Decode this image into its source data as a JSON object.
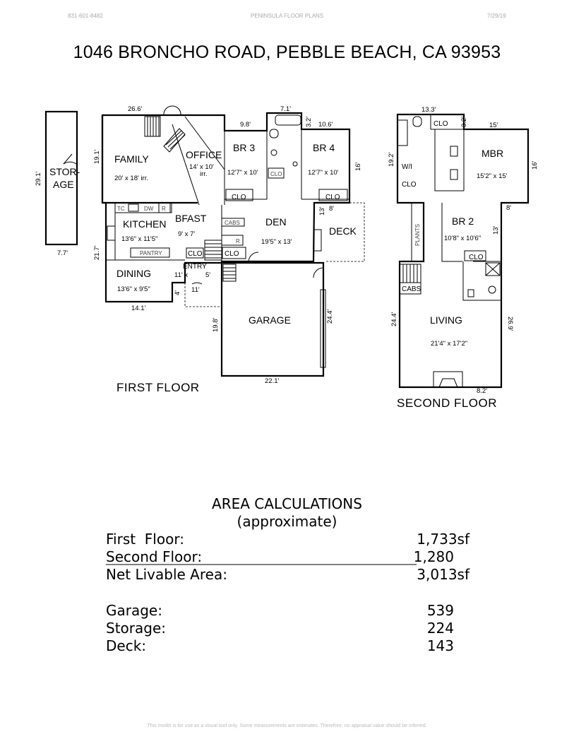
{
  "header": {
    "phone": "831-601-8482",
    "company": "PENINSULA FLOOR PLANS",
    "date": "7/29/19"
  },
  "title": "1046 BRONCHO ROAD, PEBBLE BEACH, CA 93953",
  "first_floor": {
    "name": "FIRST FLOOR",
    "rooms": {
      "storage": {
        "label_1": "STOR-",
        "label_2": "AGE"
      },
      "family": {
        "name": "FAMILY",
        "size": "20' x 18' irr."
      },
      "office": {
        "name": "OFFICE",
        "size": "14' x 10'",
        "note": "irr."
      },
      "br3": {
        "name": "BR 3",
        "size": "12'7\" x 10'"
      },
      "br4": {
        "name": "BR 4",
        "size": "12'7\" x 10'"
      },
      "kitchen": {
        "name": "KITCHEN",
        "size": "13'6\" x 11'5\""
      },
      "bfast": {
        "name": "BFAST",
        "size": "9' x 7'"
      },
      "den": {
        "name": "DEN",
        "size": "19'5\" x 13'"
      },
      "deck": {
        "name": "DECK"
      },
      "dining": {
        "name": "DINING",
        "size": "13'6\" x 9'5\""
      },
      "entry": {
        "name": "ENTRY",
        "size": "11' x",
        "size2": "5'"
      },
      "garage": {
        "name": "GARAGE"
      }
    },
    "fixtures": {
      "tc": "TC",
      "dw": "DW",
      "r": "R",
      "pantry": "PANTRY",
      "cabs": "CABS",
      "r2": "R",
      "clo": "CLO"
    },
    "dims": {
      "storage_w": "7.7'",
      "storage_h": "29.1'",
      "family_top": "26.6'",
      "family_side": "19.1'",
      "br3_top": "9.8'",
      "bath_top": "7.1'",
      "bath_side": "3.2'",
      "br4_top": "10.6'",
      "br4_side": "16'",
      "deck_side": "13'",
      "deck_top": "8'",
      "kitchen_side": "21.7'",
      "dining_bottom": "14.1'",
      "entry_side": "4'",
      "entry_bottom": "11'",
      "garage_side": "19.8'",
      "garage_right": "24.4'",
      "garage_bottom": "22.1'"
    }
  },
  "second_floor": {
    "name": "SECOND FLOOR",
    "rooms": {
      "wi": {
        "name": "W/I",
        "name2": "CLO"
      },
      "mbr": {
        "name": "MBR",
        "size": "15'2\" x 15'"
      },
      "br2": {
        "name": "BR 2",
        "size": "10'8\" x 10'6\""
      },
      "living": {
        "name": "LIVING",
        "size": "21'4\" x 17'2\""
      },
      "plants": "PLANTS",
      "cabs": "CABS",
      "clo": "CLO"
    },
    "dims": {
      "top": "13.3'",
      "clo_side": "3.2'",
      "mbr_top": "15'",
      "mbr_side": "16'",
      "wi_side": "19.2'",
      "br2_gap": "8'",
      "br2_side": "13'",
      "living_left": "24.4'",
      "living_right": "26.9'",
      "living_bottom": "8.2'"
    }
  },
  "area_calculations": {
    "title": "AREA CALCULATIONS",
    "subtitle": "(approximate)",
    "rows": [
      {
        "label": "First  Floor:",
        "value": "1,733sf"
      },
      {
        "label": "Second Floor:",
        "value": "1,280"
      },
      {
        "label": "Net Livable Area:",
        "value": "3,013sf"
      },
      {
        "label": "Garage:",
        "value": "539"
      },
      {
        "label": "Storage:",
        "value": "224"
      },
      {
        "label": "Deck:",
        "value": "143"
      }
    ]
  },
  "footer": "This model is for use as a visual tool only.  Some measurements are estimates.  Therefore, no appraisal value should be inferred."
}
